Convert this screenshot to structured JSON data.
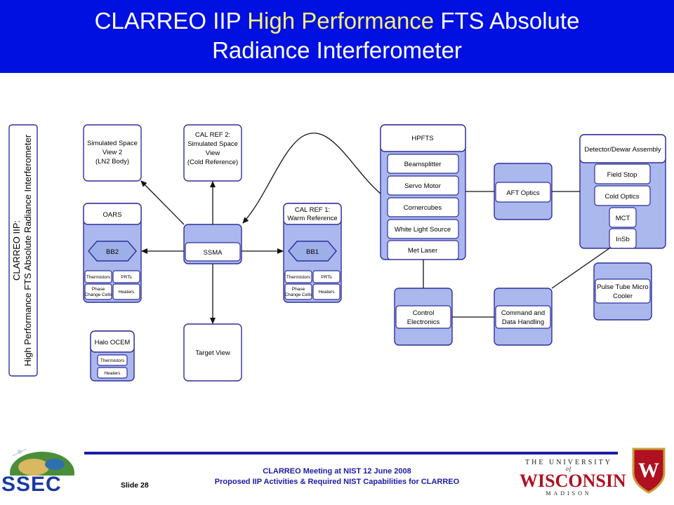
{
  "title": {
    "pre": "CLARREO IIP ",
    "highlight": "High Performance",
    "post": " FTS Absolute",
    "line2": "Radiance Interferometer"
  },
  "side_label": {
    "line1": "CLARREO IIP:",
    "line2": "High Performance FTS Absolute Radiance Interferometer"
  },
  "blocks": {
    "sim_space_view2": [
      "Simulated Space",
      "View 2",
      "(LN2 Body)"
    ],
    "cal_ref2": [
      "CAL REF 2:",
      "Simulated Space",
      "View",
      "(Cold Reference)"
    ],
    "oars": "OARS",
    "bb2": "BB2",
    "oars_cells": [
      "Thermistors",
      "PRTs",
      "Phase",
      "Change Cells",
      "Heaters"
    ],
    "ssma": "SSMA",
    "cal_ref1": [
      "CAL REF 1:",
      "Warm Reference"
    ],
    "bb1": "BB1",
    "calref1_cells": [
      "Thermistors",
      "PRTs",
      "Phase",
      "Change Cells",
      "Heaters"
    ],
    "halo_ocem": "Halo OCEM",
    "halo_cells": [
      "Thermistors",
      "Heaters"
    ],
    "target_view": "Target View",
    "hpfts": "HPFTS",
    "hpfts_items": [
      "Beamsplitter",
      "Servo Motor",
      "Cornercubes",
      "White Light Source",
      "Met Laser"
    ],
    "aft_optics": "AFT Optics",
    "detector": "Detector/Dewar Assembly",
    "detector_items": [
      "Field Stop",
      "Cold Optics",
      "MCT",
      "InSb"
    ],
    "pulse_tube": [
      "Pulse Tube Micro",
      "Cooler"
    ],
    "control_electronics": [
      "Control",
      "Electronics"
    ],
    "cmd_data": [
      "Command and",
      "Data Handling"
    ]
  },
  "footer": {
    "line1": "CLARREO Meeting at NIST 12 June 2008",
    "line2": "Proposed IIP Activities & Required NIST Capabilities for CLARREO",
    "slide": "Slide 28",
    "ssec": "SSEC",
    "uw_top": "THE UNIVERSITY",
    "uw_of": "of",
    "uw_mid": "WISCONSIN",
    "uw_bot": "MADISON",
    "crest_letter": "W"
  },
  "colors": {
    "header_bg": "#0010e0",
    "title_highlight": "#f7ef7a",
    "block_stroke": "#2f2f9a",
    "block_band": "#aab8ee",
    "footer_text": "#1a1aa8",
    "uw_red": "#b01020"
  }
}
